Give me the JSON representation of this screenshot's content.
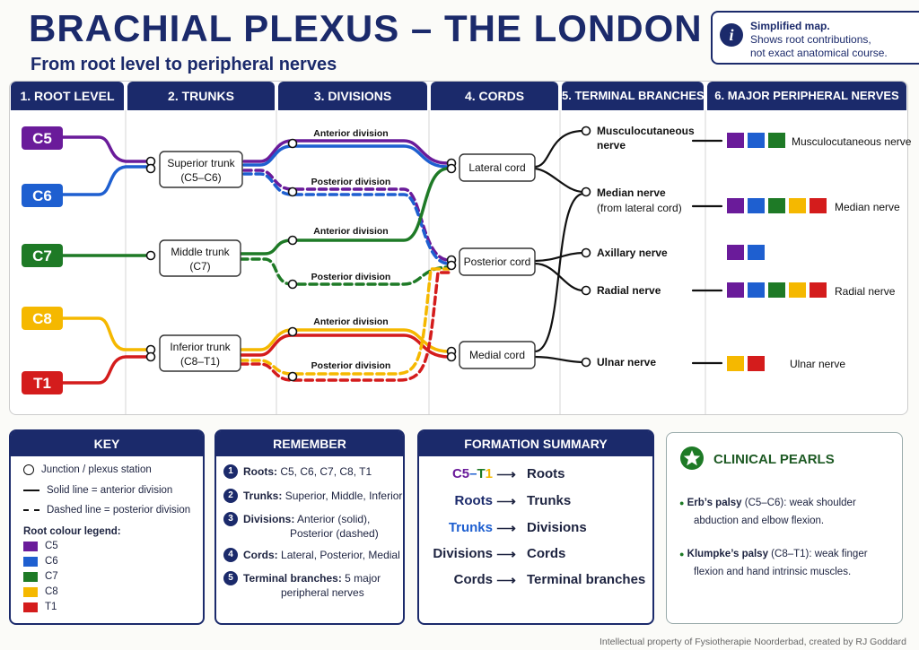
{
  "header": {
    "title": "BRACHIAL PLEXUS – THE LONDON MAP",
    "subtitle": "From root level to peripheral nerves",
    "note_icon": "i",
    "note_bold": "Simplified map.",
    "note_line2": "Shows root contributions,",
    "note_line3": "not exact anatomical course."
  },
  "columns": [
    "1. ROOT LEVEL",
    "2. TRUNKS",
    "3. DIVISIONS",
    "4. CORDS",
    "5. TERMINAL BRANCHES",
    "6. MAJOR PERIPHERAL NERVES"
  ],
  "colors": {
    "C5": "#6a1b9a",
    "C6": "#1e5fd0",
    "C7": "#1e7a26",
    "C8": "#f5b800",
    "T1": "#d41c1c",
    "navy": "#1b2a6b"
  },
  "roots": [
    "C5",
    "C6",
    "C7",
    "C8",
    "T1"
  ],
  "trunks": {
    "superior": {
      "name": "Superior trunk",
      "roots": "(C5–C6)"
    },
    "middle": {
      "name": "Middle trunk",
      "roots": "(C7)"
    },
    "inferior": {
      "name": "Inferior trunk",
      "roots": "(C8–T1)"
    }
  },
  "divisions": {
    "anterior": "Anterior division",
    "posterior": "Posterior division"
  },
  "cords": {
    "lateral": "Lateral cord",
    "posterior": "Posterior cord",
    "medial": "Medial cord"
  },
  "terminal": {
    "musculo_1": "Musculocutaneous",
    "musculo_2": "nerve",
    "median_1": "Median nerve",
    "median_2": "(from lateral cord)",
    "axillary": "Axillary nerve",
    "radial": "Radial nerve",
    "ulnar": "Ulnar nerve"
  },
  "peripheral": {
    "musculocutaneous": {
      "label": "Musculocutaneous nerve",
      "roots": [
        "C5",
        "C6",
        "C7"
      ]
    },
    "median": {
      "label": "Median nerve",
      "roots": [
        "C5",
        "C6",
        "C7",
        "C8",
        "T1"
      ]
    },
    "axillary": {
      "label": "",
      "roots": [
        "C5",
        "C6"
      ]
    },
    "radial": {
      "label": "Radial nerve",
      "roots": [
        "C5",
        "C6",
        "C7",
        "C8",
        "T1"
      ]
    },
    "ulnar": {
      "label": "Ulnar nerve",
      "roots": [
        "C8",
        "T1"
      ]
    }
  },
  "key": {
    "title": "KEY",
    "junction": "Junction / plexus station",
    "solid": "Solid line = anterior division",
    "dashed": "Dashed line = posterior division",
    "legend_title": "Root colour legend:",
    "legend": [
      "C5",
      "C6",
      "C7",
      "C8",
      "T1"
    ]
  },
  "remember": {
    "title": "REMEMBER",
    "items": [
      {
        "n": "1",
        "b": "Roots:",
        "t": "C5, C6, C7, C8, T1"
      },
      {
        "n": "2",
        "b": "Trunks:",
        "t": "Superior, Middle, Inferior"
      },
      {
        "n": "3",
        "b": "Divisions:",
        "t": "Anterior (solid),",
        "t2": "Posterior (dashed)"
      },
      {
        "n": "4",
        "b": "Cords:",
        "t": "Lateral, Posterior, Medial"
      },
      {
        "n": "5",
        "b": "Terminal branches:",
        "t": "5 major",
        "t2": "peripheral nerves"
      }
    ]
  },
  "formation": {
    "title": "FORMATION SUMMARY",
    "rows": [
      {
        "left": "C5–T1",
        "arrow": "⟶",
        "right": "Roots"
      },
      {
        "left": "Roots",
        "arrow": "⟶",
        "right": "Trunks"
      },
      {
        "left": "Trunks",
        "arrow": "⟶",
        "right": "Divisions"
      },
      {
        "left": "Divisions",
        "arrow": "⟶",
        "right": "Cords"
      },
      {
        "left": "Cords",
        "arrow": "⟶",
        "right": "Terminal branches"
      }
    ]
  },
  "pearls": {
    "title": "CLINICAL PEARLS",
    "p1_b": "Erb’s palsy",
    "p1_t": " (C5–C6): weak shoulder",
    "p1_t2": "abduction and elbow flexion.",
    "p2_b": "Klumpke’s palsy",
    "p2_t": " (C8–T1): weak finger",
    "p2_t2": "flexion and hand intrinsic muscles."
  },
  "footer": "Intellectual property of Fysiotherapie Noorderbad, created by RJ Goddard"
}
